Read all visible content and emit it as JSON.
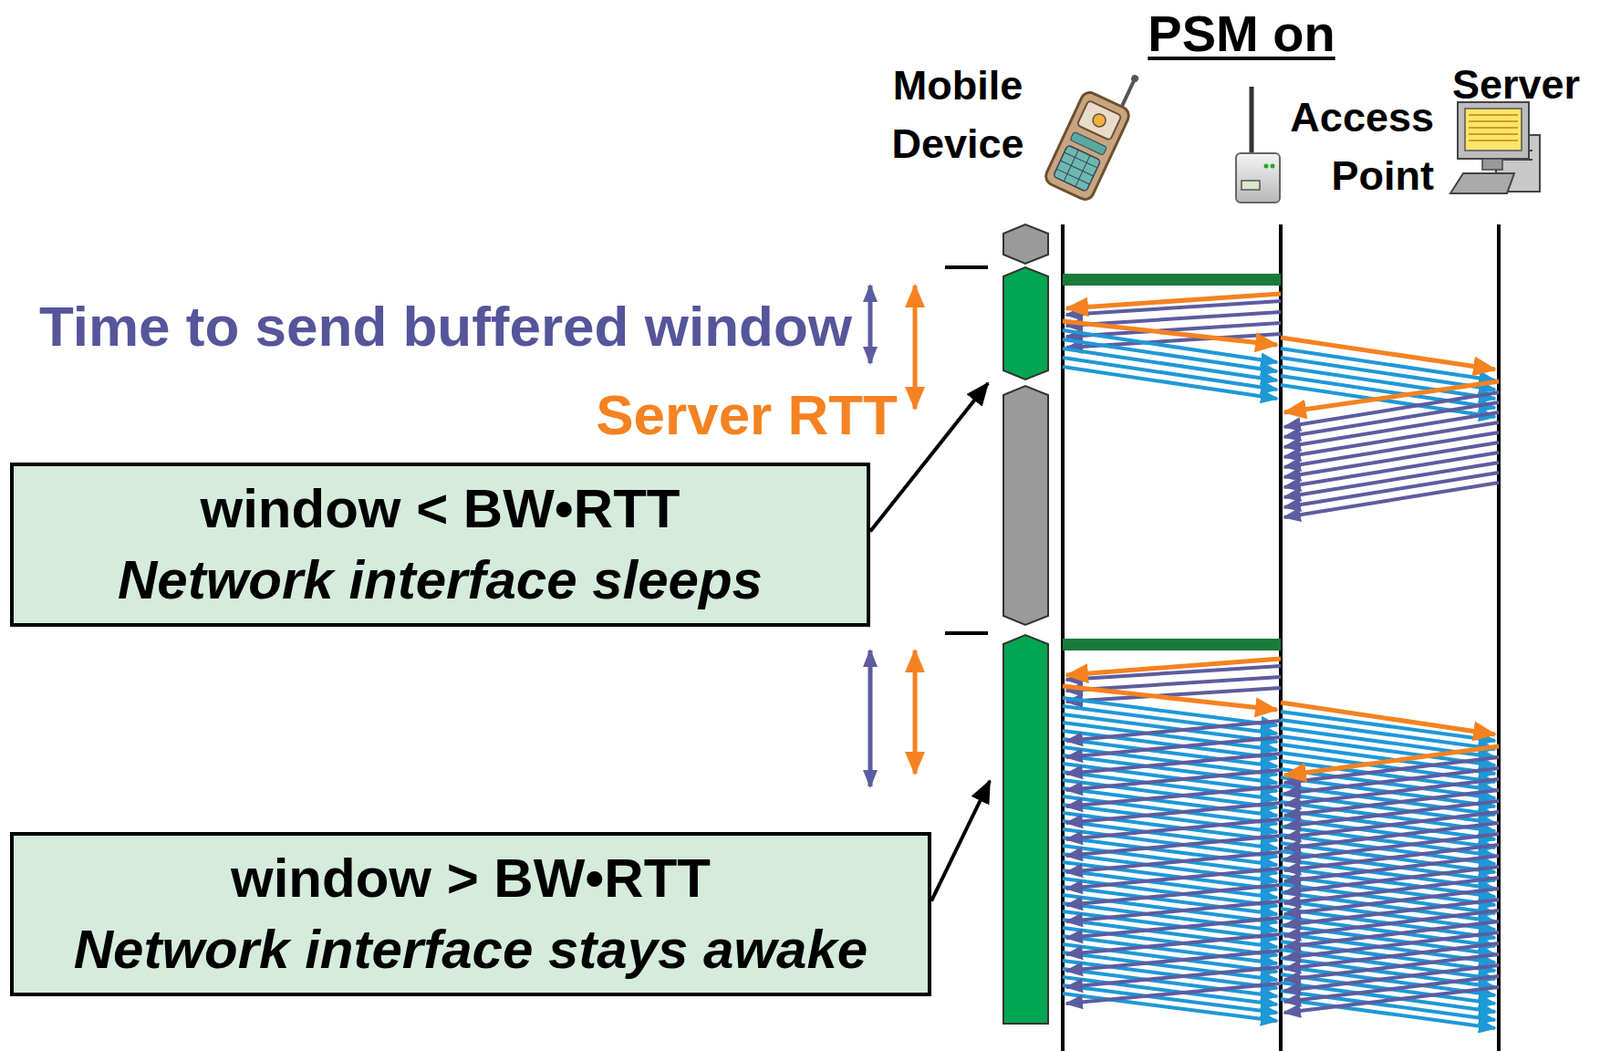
{
  "diagram": {
    "title": "PSM on",
    "nodes": [
      {
        "text": [
          "window < BW•RTT",
          "Network interface sleeps"
        ]
      },
      {
        "text": [
          "window > BW•RTT",
          "Network interface stays awake"
        ]
      }
    ],
    "labels": [
      "Mobile Device",
      "Access Point",
      "Server",
      "Time to send buffered window",
      "Server RTT"
    ]
  }
}
